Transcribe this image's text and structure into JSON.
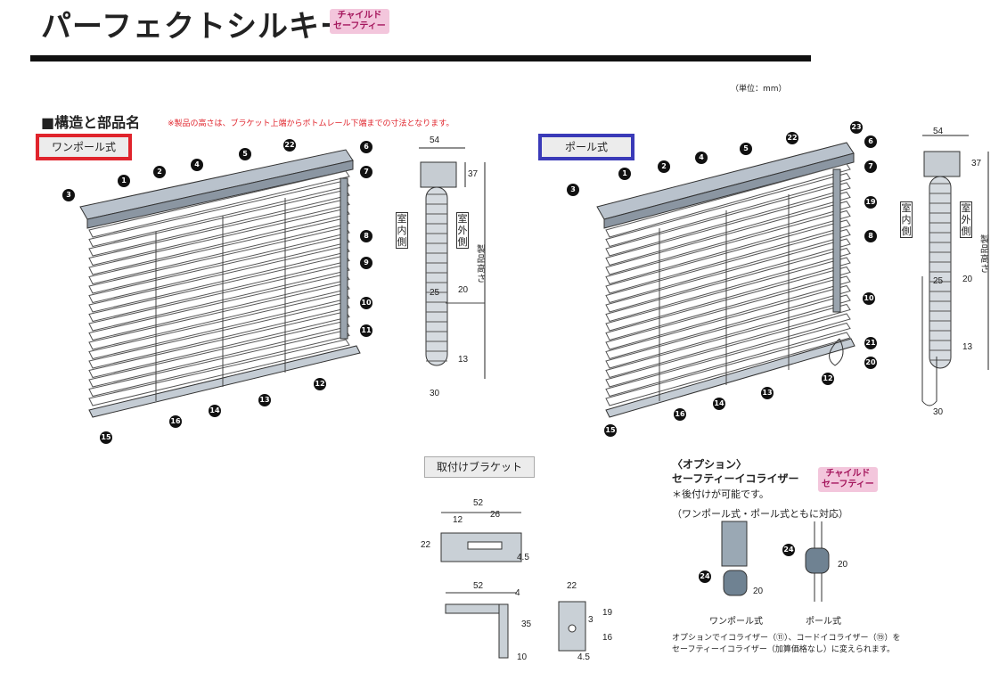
{
  "header": {
    "title": "パーフェクトシルキー",
    "badge_line1": "チャイルド",
    "badge_line2": "セーフティー"
  },
  "unit": "（単位：mm）",
  "section": {
    "title": "■構造と部品名",
    "note": "※製品の高さは、ブラケット上端からボトムレール下端までの寸法となります。"
  },
  "left_label": "ワンポール式",
  "right_label": "ポール式",
  "left_numbers": [
    "1",
    "2",
    "3",
    "4",
    "5",
    "22",
    "6",
    "7",
    "8",
    "9",
    "10",
    "11",
    "12",
    "13",
    "14",
    "15",
    "16"
  ],
  "right_numbers": [
    "1",
    "2",
    "3",
    "4",
    "5",
    "22",
    "23",
    "6",
    "7",
    "19",
    "8",
    "10",
    "21",
    "20",
    "12",
    "13",
    "14",
    "15",
    "16"
  ],
  "side_left": {
    "top": "54",
    "h37": "37",
    "indoor": "室内側",
    "outdoor": "室外側",
    "height": "製品高さ",
    "d25": "25",
    "d20": "20",
    "d13": "13",
    "d30": "30"
  },
  "side_right": {
    "top": "54",
    "h37": "37",
    "indoor": "室内側",
    "outdoor": "室外側",
    "height": "製品高さ",
    "d25": "25",
    "d20": "20",
    "d13": "13",
    "d30": "30"
  },
  "bracket": {
    "title": "取付けブラケット",
    "w52": "52",
    "w12": "12",
    "w26": "26",
    "h22": "22",
    "h45": "4.5",
    "w52b": "52",
    "h4": "4",
    "h35": "35",
    "w10": "10",
    "w22": "22",
    "h3": "3",
    "h19": "19",
    "h16": "16",
    "w45": "4.5"
  },
  "option": {
    "head1": "〈オプション〉",
    "head2": "セーフティーイコライザー",
    "badge1": "チャイルド",
    "badge2": "セーフティー",
    "note1": "＊後付けが可能です。",
    "note2": "（ワンポール式・ポール式ともに対応）",
    "n24a": "24",
    "n24b": "24",
    "d20a": "20",
    "d20b": "20",
    "cap1": "ワンポール式",
    "cap2": "ポール式",
    "foot1": "オプションでイコライザー（⑪）、コードイコライザー（⑲）を",
    "foot2": "セーフティーイコライザー（加算価格なし）に変えられます。"
  }
}
